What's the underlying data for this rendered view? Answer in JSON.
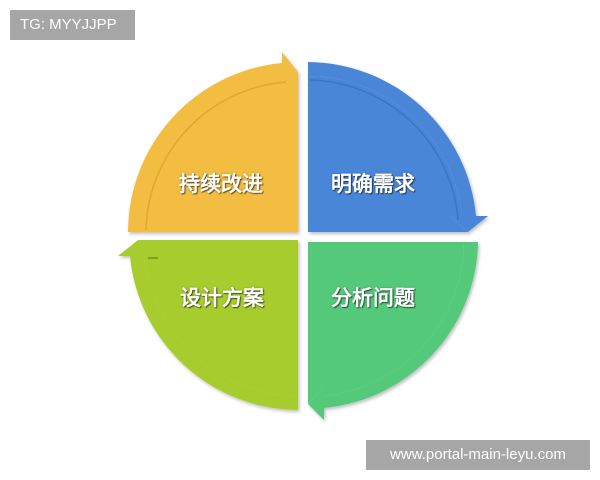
{
  "watermarks": {
    "top_left": "TG: MYYJJPP",
    "bottom_right": "www.portal-main-leyu.com"
  },
  "diagram": {
    "type": "four-quadrant cycle",
    "flow_direction": "clockwise",
    "quadrants": [
      {
        "position": "top-right",
        "label": "明确需求",
        "color": "#4a86d8",
        "order": 1
      },
      {
        "position": "bottom-right",
        "label": "分析问题",
        "color": "#55c97a",
        "order": 2
      },
      {
        "position": "bottom-left",
        "label": "设计方案",
        "color": "#a6cc2e",
        "order": 3
      },
      {
        "position": "top-left",
        "label": "持续改进",
        "color": "#f2bd40",
        "order": 4
      }
    ]
  }
}
